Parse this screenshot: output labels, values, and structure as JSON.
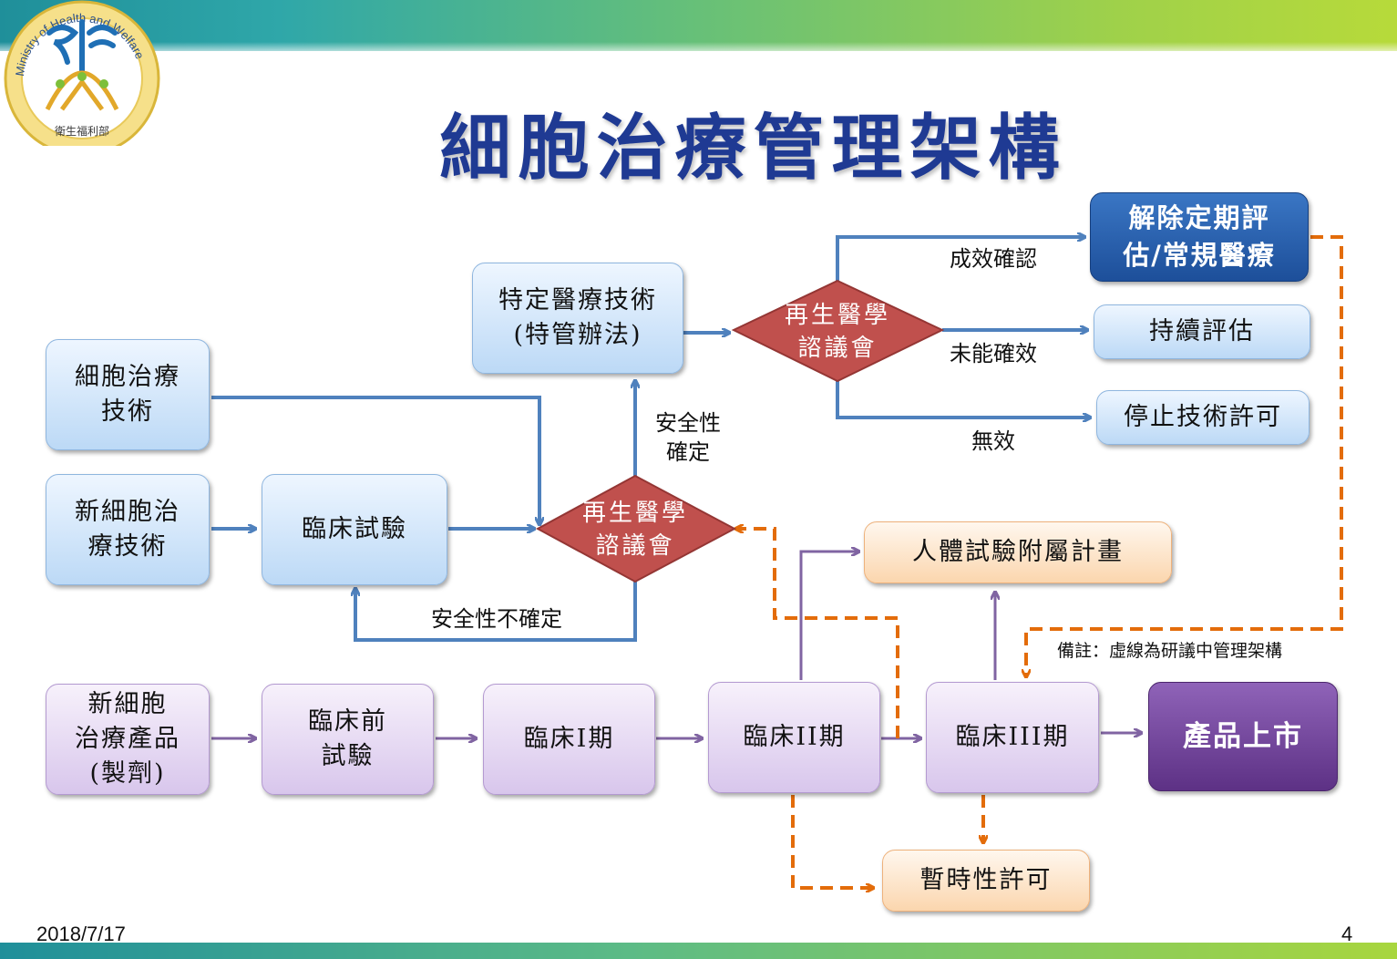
{
  "header": {
    "title": "細胞治療管理架構",
    "logo": {
      "ring_text": "Ministry of Health and Welfare",
      "bottom_text": "衛生福利部"
    }
  },
  "boxes": {
    "cell_therapy_tech": "細胞治療\n技術",
    "new_cell_therapy_tech": "新細胞治\n療技術",
    "clinical_trial": "臨床試驗",
    "specific_medical_tech": "特定醫療技術\n(特管辦法)",
    "lift_periodic_eval": "解除定期評\n估/常規醫療",
    "continue_eval": "持續評估",
    "stop_tech_permit": "停止技術許可",
    "human_trial_plan": "人體試驗附屬計畫",
    "new_cell_product": "新細胞\n治療產品\n(製劑)",
    "preclinical": "臨床前\n試驗",
    "phase1": "臨床I期",
    "phase2": "臨床II期",
    "phase3": "臨床III期",
    "market": "產品上市",
    "temp_permit": "暫時性許可"
  },
  "decisions": {
    "upper": "再生醫學\n諮議會",
    "lower": "再生醫學\n諮議會"
  },
  "edge_labels": {
    "efficacy_confirmed": "成效確認",
    "efficacy_unconfirmed": "未能確效",
    "ineffective": "無效",
    "safety_confirmed": "安全性\n確定",
    "safety_uncertain": "安全性不確定"
  },
  "note": "備註：虛線為研議中管理架構",
  "footer": {
    "date": "2018/7/17",
    "page": "4"
  },
  "colors": {
    "blue_line": "#4f81bd",
    "purple_line": "#8064a2",
    "orange_dash": "#e36c0a",
    "title": "#1f3a93",
    "diamond": "#c0504d"
  }
}
